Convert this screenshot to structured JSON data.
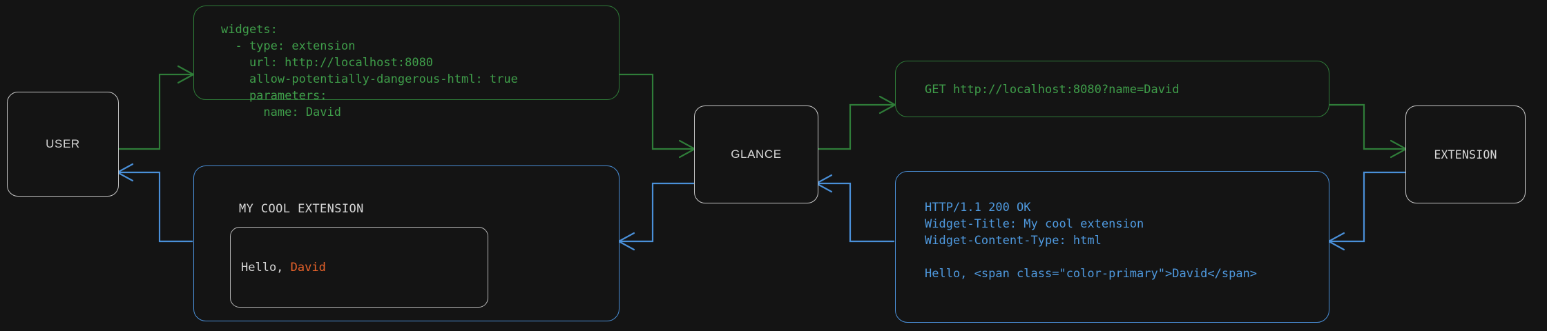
{
  "colors": {
    "background": "#141414",
    "request_green": "#3f9e4a",
    "request_green_border": "#2f7d39",
    "response_blue": "#4f9ae0",
    "response_blue_border": "#4a90d9",
    "node_border": "#c9c9c9",
    "node_text": "#d8d8d8",
    "widget_text": "#d6d6d6",
    "accent_orange": "#e8622a"
  },
  "nodes": {
    "user": {
      "label": "USER"
    },
    "glance": {
      "label": "GLANCE"
    },
    "extension": {
      "label": "EXTENSION"
    }
  },
  "config_box": {
    "lines": [
      "widgets:",
      "  - type: extension",
      "    url: http://localhost:8080",
      "    allow-potentially-dangerous-html: true",
      "    parameters:",
      "      name: David"
    ],
    "text": "widgets:\n  - type: extension\n    url: http://localhost:8080\n    allow-potentially-dangerous-html: true\n    parameters:\n      name: David"
  },
  "request_box": {
    "text": "GET http://localhost:8080?name=David"
  },
  "response_box": {
    "text": "HTTP/1.1 200 OK\nWidget-Title: My cool extension\nWidget-Content-Type: html\n\nHello, <span class=\"color-primary\">David</span>",
    "lines": [
      "HTTP/1.1 200 OK",
      "Widget-Title: My cool extension",
      "Widget-Content-Type: html",
      "",
      "Hello, <span class=\"color-primary\">David</span>"
    ]
  },
  "widget_preview": {
    "title": "MY COOL EXTENSION",
    "greeting_prefix": "Hello, ",
    "greeting_name": "David"
  }
}
